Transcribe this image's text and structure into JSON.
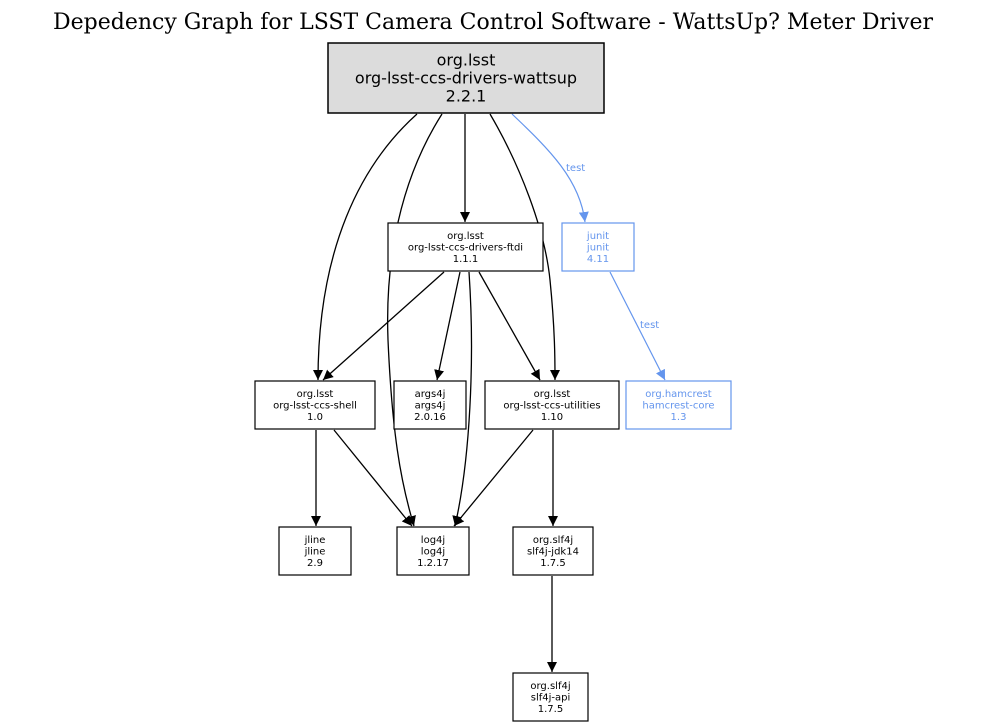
{
  "title": "Depedency Graph for LSST Camera Control Software - WattsUp? Meter Driver",
  "colors": {
    "default_stroke": "#000000",
    "test_stroke": "#6495ed",
    "root_fill": "#dcdcdc",
    "node_fill": "#ffffff"
  },
  "nodes": [
    {
      "id": "wattsup",
      "lines": [
        "org.lsst",
        "org-lsst-ccs-drivers-wattsup",
        "2.2.1"
      ],
      "root": true,
      "scope": "compile"
    },
    {
      "id": "ftdi",
      "lines": [
        "org.lsst",
        "org-lsst-ccs-drivers-ftdi",
        "1.1.1"
      ],
      "scope": "compile"
    },
    {
      "id": "junit",
      "lines": [
        "junit",
        "junit",
        "4.11"
      ],
      "scope": "test"
    },
    {
      "id": "shell",
      "lines": [
        "org.lsst",
        "org-lsst-ccs-shell",
        "1.0"
      ],
      "scope": "compile"
    },
    {
      "id": "args4j",
      "lines": [
        "args4j",
        "args4j",
        "2.0.16"
      ],
      "scope": "compile"
    },
    {
      "id": "utilities",
      "lines": [
        "org.lsst",
        "org-lsst-ccs-utilities",
        "1.10"
      ],
      "scope": "compile"
    },
    {
      "id": "hamcrest",
      "lines": [
        "org.hamcrest",
        "hamcrest-core",
        "1.3"
      ],
      "scope": "test"
    },
    {
      "id": "jline",
      "lines": [
        "jline",
        "jline",
        "2.9"
      ],
      "scope": "compile"
    },
    {
      "id": "log4j",
      "lines": [
        "log4j",
        "log4j",
        "1.2.17"
      ],
      "scope": "compile"
    },
    {
      "id": "slf4j-jdk14",
      "lines": [
        "org.slf4j",
        "slf4j-jdk14",
        "1.7.5"
      ],
      "scope": "compile"
    },
    {
      "id": "slf4j-api",
      "lines": [
        "org.slf4j",
        "slf4j-api",
        "1.7.5"
      ],
      "scope": "compile"
    }
  ],
  "edges": [
    {
      "from": "wattsup",
      "to": "shell",
      "label": ""
    },
    {
      "from": "wattsup",
      "to": "log4j",
      "label": ""
    },
    {
      "from": "wattsup",
      "to": "ftdi",
      "label": ""
    },
    {
      "from": "wattsup",
      "to": "utilities",
      "label": ""
    },
    {
      "from": "wattsup",
      "to": "junit",
      "label": "test"
    },
    {
      "from": "ftdi",
      "to": "shell",
      "label": ""
    },
    {
      "from": "ftdi",
      "to": "args4j",
      "label": ""
    },
    {
      "from": "ftdi",
      "to": "log4j",
      "label": ""
    },
    {
      "from": "ftdi",
      "to": "utilities",
      "label": ""
    },
    {
      "from": "junit",
      "to": "hamcrest",
      "label": "test"
    },
    {
      "from": "shell",
      "to": "jline",
      "label": ""
    },
    {
      "from": "shell",
      "to": "log4j",
      "label": ""
    },
    {
      "from": "utilities",
      "to": "log4j",
      "label": ""
    },
    {
      "from": "utilities",
      "to": "slf4j-jdk14",
      "label": ""
    },
    {
      "from": "slf4j-jdk14",
      "to": "slf4j-api",
      "label": ""
    }
  ]
}
